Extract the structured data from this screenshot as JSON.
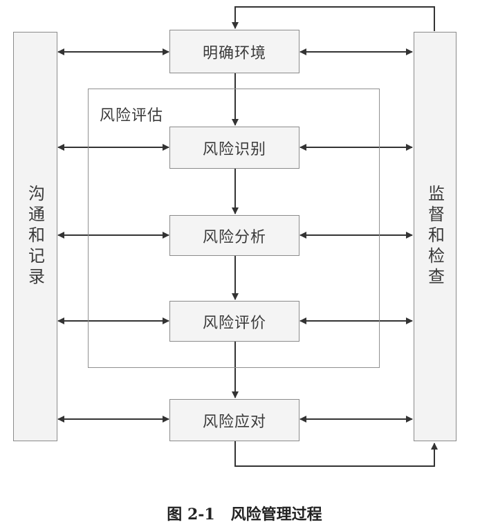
{
  "diagram": {
    "left_panel": "沟通和记录",
    "right_panel": "监督和检查",
    "group_label": "风险评估",
    "steps": {
      "context": "明确环境",
      "identify": "风险识别",
      "analyze": "风险分析",
      "evaluate": "风险评价",
      "respond": "风险应对"
    }
  },
  "caption": "图 2-1   风险管理过程"
}
